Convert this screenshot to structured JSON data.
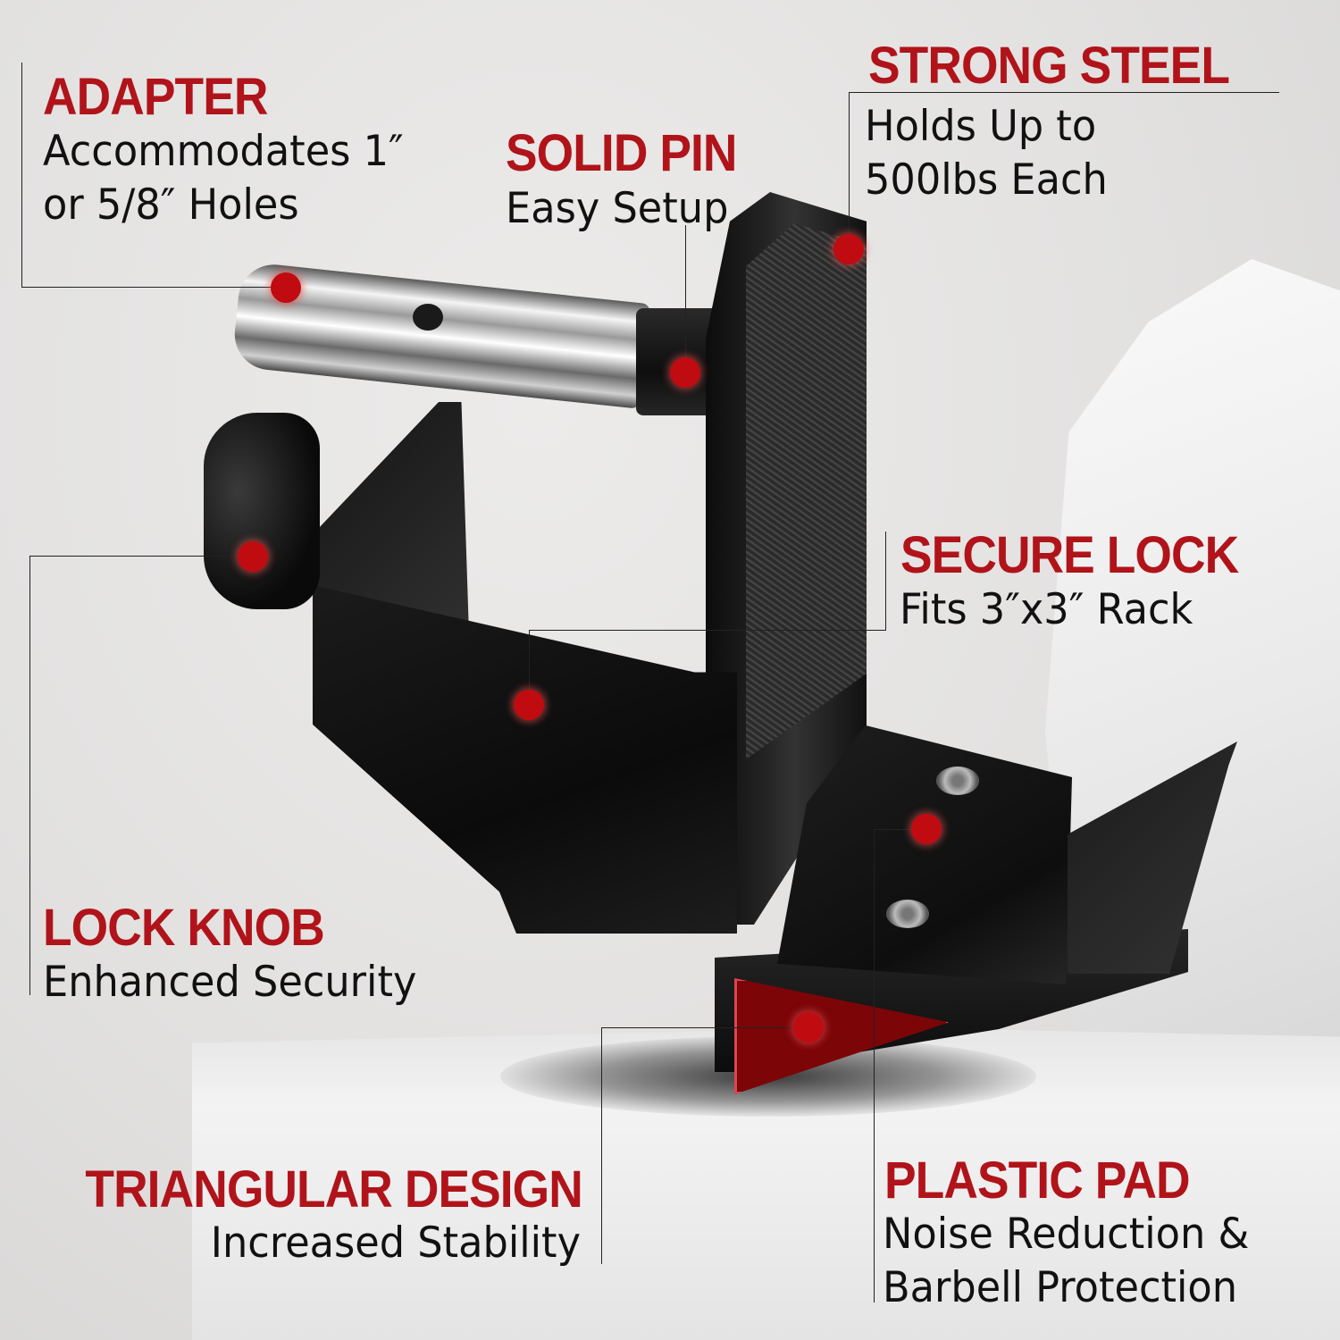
{
  "features": [
    {
      "id": "adapter",
      "title": "ADAPTER",
      "lines": [
        "Accommodates 1″",
        "or 5/8″ Holes"
      ]
    },
    {
      "id": "solid-pin",
      "title": "SOLID PIN",
      "lines": [
        "Easy Setup"
      ]
    },
    {
      "id": "strong-steel",
      "title": "STRONG STEEL",
      "lines": [
        "Holds Up to",
        "500lbs Each"
      ]
    },
    {
      "id": "secure-lock",
      "title": "SECURE LOCK",
      "lines": [
        "Fits 3″x3″ Rack"
      ]
    },
    {
      "id": "lock-knob",
      "title": "LOCK KNOB",
      "lines": [
        "Enhanced Security"
      ]
    },
    {
      "id": "triangular-design",
      "title": "TRIANGULAR DESIGN",
      "lines": [
        "Increased Stability"
      ]
    },
    {
      "id": "plastic-pad",
      "title": "PLASTIC PAD",
      "lines": [
        "Noise Reduction &",
        "Barbell Protection"
      ]
    }
  ],
  "colors": {
    "accent": "#b0141a",
    "dot": "#c00b10",
    "text": "#111111",
    "product": "#141414",
    "background": "#e4e3e2"
  }
}
